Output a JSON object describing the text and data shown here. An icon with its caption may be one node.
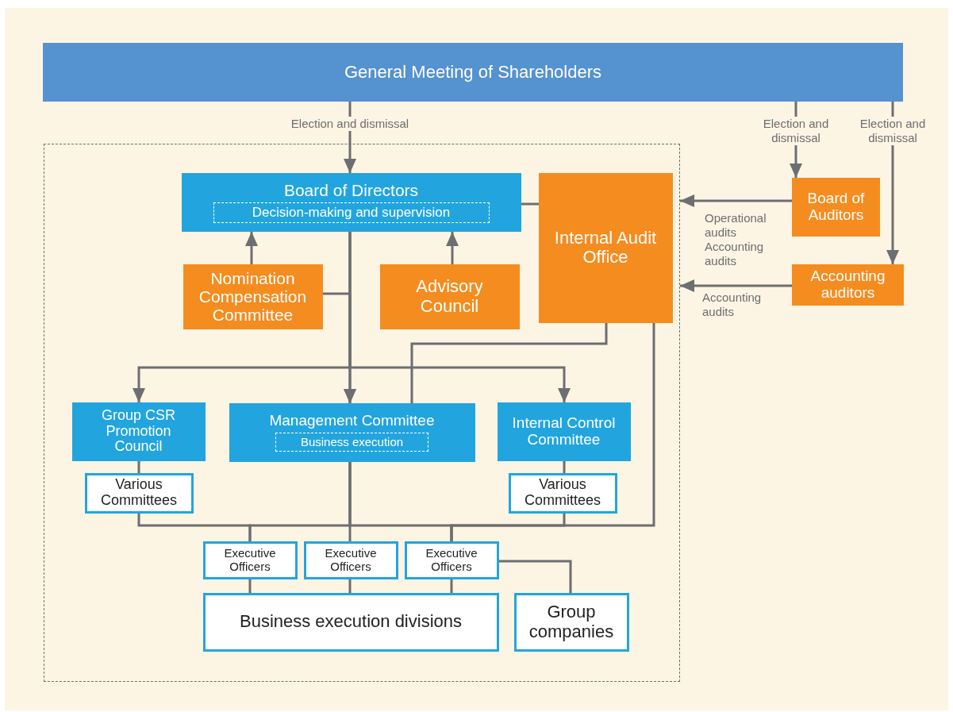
{
  "diagram": {
    "nodes": [
      {
        "text": [
          "General Meeting of Shareholders"
        ]
      },
      {
        "text": [],
        "shape": "box"
      },
      {
        "text": [
          "Board of Directors",
          "Decision-making and supervision"
        ],
        "in": 1
      },
      {
        "text": [
          "Internal Audit Office"
        ],
        "in": 1
      },
      {
        "text": [
          "Board of Auditors"
        ]
      },
      {
        "text": [
          "Nomination Compensation Committee"
        ],
        "in": 1
      },
      {
        "text": [
          "Advisory Council"
        ],
        "in": 1
      },
      {
        "text": [
          "Accounting auditors"
        ]
      },
      {
        "text": [
          "Group CSR Promotion Council"
        ],
        "in": 1
      },
      {
        "text": [
          "Management Committee",
          "Business execution"
        ],
        "in": 1
      },
      {
        "text": [
          "Internal Control Committee"
        ],
        "in": 1
      },
      {
        "text": [
          "Various Committees"
        ],
        "in": 1
      },
      {
        "text": [
          "Various Committees"
        ],
        "in": 1
      },
      {
        "text": [
          "Executive Officers"
        ],
        "in": 1
      },
      {
        "text": [
          "Executive Officers"
        ],
        "in": 1
      },
      {
        "text": [
          "Executive Officers"
        ],
        "in": 1
      },
      {
        "text": [
          "Business execution divisions"
        ],
        "in": 1
      },
      {
        "text": [
          "Group companies"
        ],
        "in": 1
      }
    ],
    "edges": [
      {
        "from": 0,
        "to": 2,
        "arrow": "to",
        "label": "Election and dismissal"
      },
      {
        "from": 0,
        "to": 4,
        "arrow": "to",
        "label": "Election and dismissal"
      },
      {
        "from": 0,
        "to": 7,
        "arrow": "to",
        "label": "Election and dismissal"
      },
      {
        "from": 4,
        "to": 1,
        "arrow": "to",
        "label": "Operational audits Accounting audits"
      },
      {
        "from": 7,
        "to": 1,
        "arrow": "to",
        "label": "Accounting audits"
      },
      {
        "from": 5,
        "to": 2,
        "arrow": "to"
      },
      {
        "from": 6,
        "to": 2,
        "arrow": "to"
      },
      {
        "from": 3,
        "to": 2,
        "arrow": "none"
      },
      {
        "from": 2,
        "to": 9,
        "arrow": "to"
      },
      {
        "from": 2,
        "to": 8,
        "arrow": "to"
      },
      {
        "from": 2,
        "to": 10,
        "arrow": "to"
      },
      {
        "from": 3,
        "to": 9,
        "arrow": "none"
      },
      {
        "from": 5,
        "to": 9,
        "arrow": "to"
      },
      {
        "from": 8,
        "to": 11,
        "arrow": "none"
      },
      {
        "from": 10,
        "to": 12,
        "arrow": "none"
      },
      {
        "from": 9,
        "to": 13,
        "arrow": "none"
      },
      {
        "from": 9,
        "to": 14,
        "arrow": "none"
      },
      {
        "from": 9,
        "to": 15,
        "arrow": "none"
      },
      {
        "from": 11,
        "to": 13,
        "arrow": "none"
      },
      {
        "from": 12,
        "to": 15,
        "arrow": "none"
      },
      {
        "from": 3,
        "to": 15,
        "arrow": "none"
      },
      {
        "from": 13,
        "to": 16,
        "arrow": "none"
      },
      {
        "from": 14,
        "to": 16,
        "arrow": "none"
      },
      {
        "from": 15,
        "to": 16,
        "arrow": "none"
      },
      {
        "from": 15,
        "to": 17,
        "arrow": "none"
      }
    ]
  }
}
